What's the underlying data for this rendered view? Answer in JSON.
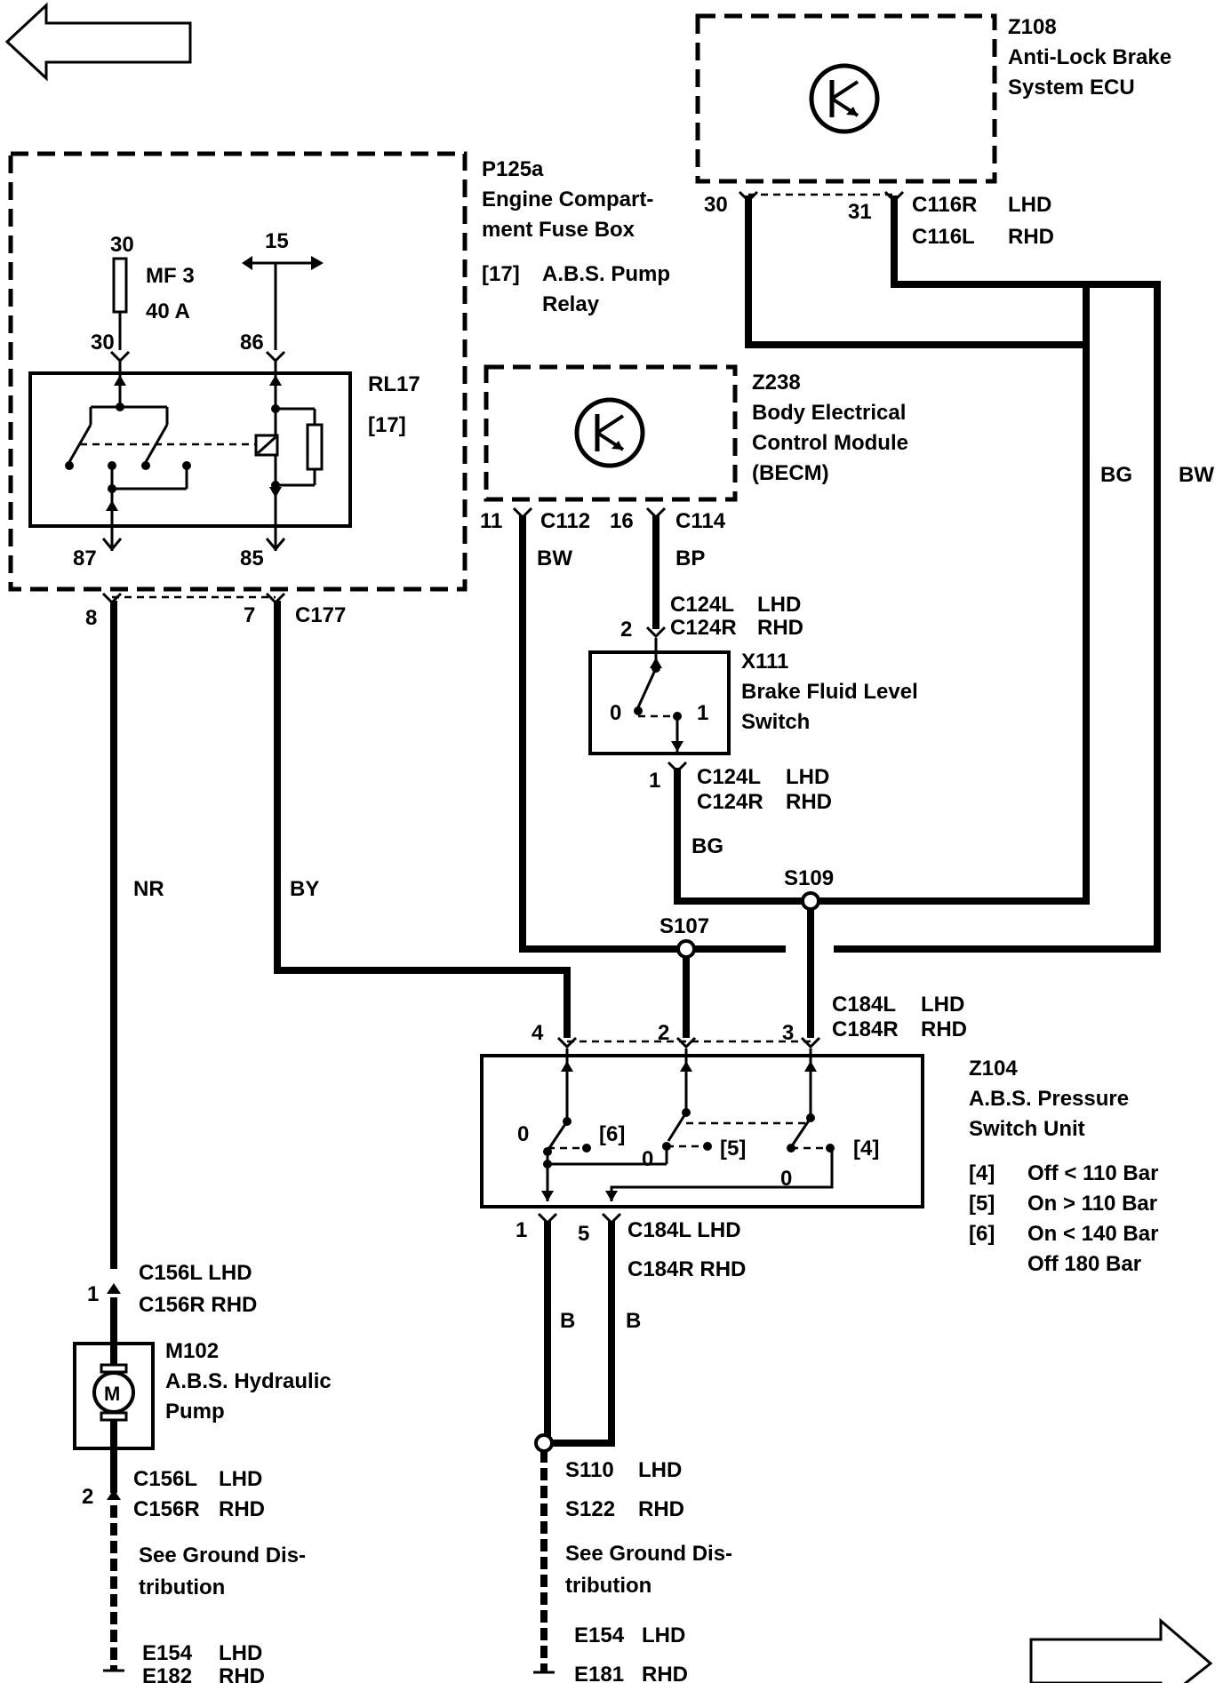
{
  "nav": {
    "back_arrow_icon": "left-arrow-icon",
    "forward_arrow_icon": "right-arrow-icon"
  },
  "components": {
    "z108": {
      "id": "Z108",
      "line1": "Anti-Lock Brake",
      "line2": "System ECU",
      "pin_left": "30",
      "pin_right": "31",
      "conn1": "C116R",
      "conn1_side": "LHD",
      "conn2": "C116L",
      "conn2_side": "RHD"
    },
    "p125a": {
      "id": "P125a",
      "line1": "Engine Compart-",
      "line2": "ment Fuse Box",
      "relay_ref": "[17]",
      "relay_line1": "A.B.S. Pump",
      "relay_line2": "Relay"
    },
    "fuse": {
      "pin_top": "30",
      "name": "MF 3",
      "rating": "40 A",
      "pin_bottom": "30"
    },
    "feed15": {
      "pin_top": "15",
      "pin_bottom": "86"
    },
    "rl17": {
      "id": "RL17",
      "ref": "[17]",
      "pin_87": "87",
      "pin_85": "85"
    },
    "c177": {
      "pin_8": "8",
      "pin_7": "7",
      "name": "C177"
    },
    "z238": {
      "id": "Z238",
      "line1": "Body Electrical",
      "line2": "Control Module",
      "line3": "(BECM)",
      "pin_11": "11",
      "conn_a": "C112",
      "pin_16": "16",
      "conn_b": "C114"
    },
    "x111": {
      "id": "X111",
      "line1": "Brake Fluid Level",
      "line2": "Switch",
      "pin_top": "2",
      "pin_bottom": "1",
      "pos0": "0",
      "pos1": "1",
      "conn_top_l": "C124L",
      "conn_top_l_side": "LHD",
      "conn_top_r": "C124R",
      "conn_top_r_side": "RHD",
      "conn_bot_l": "C124L",
      "conn_bot_l_side": "LHD",
      "conn_bot_r": "C124R",
      "conn_bot_r_side": "RHD"
    },
    "splices": {
      "s109": "S109",
      "s107": "S107"
    },
    "c184_top": {
      "pin_4": "4",
      "pin_2": "2",
      "pin_3": "3",
      "l": "C184L",
      "l_side": "LHD",
      "r": "C184R",
      "r_side": "RHD"
    },
    "z104": {
      "id": "Z104",
      "line1": "A.B.S. Pressure",
      "line2": "Switch Unit",
      "sw6": "[6]",
      "sw5": "[5]",
      "sw4": "[4]",
      "zero_a": "0",
      "zero_b": "0",
      "zero_c": "0",
      "legend": [
        {
          "ref": "[4]",
          "text": "Off < 110 Bar"
        },
        {
          "ref": "[5]",
          "text": "On > 110 Bar"
        },
        {
          "ref": "[6]",
          "text": "On < 140 Bar"
        },
        {
          "ref": "",
          "text": "Off 180 Bar"
        }
      ]
    },
    "c184_bot": {
      "pin_1": "1",
      "pin_5": "5",
      "l": "C184L LHD",
      "r": "C184R RHD"
    },
    "c156_top": {
      "pin": "1",
      "l": "C156L LHD",
      "r": "C156R RHD"
    },
    "m102": {
      "id": "M102",
      "line1": "A.B.S. Hydraulic",
      "line2": "Pump",
      "symbol": "M"
    },
    "c156_bot": {
      "pin": "2",
      "l": "C156L",
      "l_side": "LHD",
      "r": "C156R",
      "r_side": "RHD"
    },
    "ground_left": {
      "line1": "See Ground Dis-",
      "line2": "tribution",
      "e1": "E154",
      "e1_side": "LHD",
      "e2": "E182",
      "e2_side": "RHD"
    },
    "s110": {
      "l": "S110",
      "l_side": "LHD",
      "r": "S122",
      "r_side": "RHD"
    },
    "ground_right": {
      "line1": "See Ground Dis-",
      "line2": "tribution",
      "e1": "E154",
      "e1_side": "LHD",
      "e2": "E181",
      "e2_side": "RHD"
    }
  },
  "wires": {
    "bg_right": "BG",
    "bw_right": "BW",
    "bw_becm": "BW",
    "bp_becm": "BP",
    "bg_x111": "BG",
    "nr": "NR",
    "by": "BY",
    "b_left": "B",
    "b_right": "B"
  }
}
